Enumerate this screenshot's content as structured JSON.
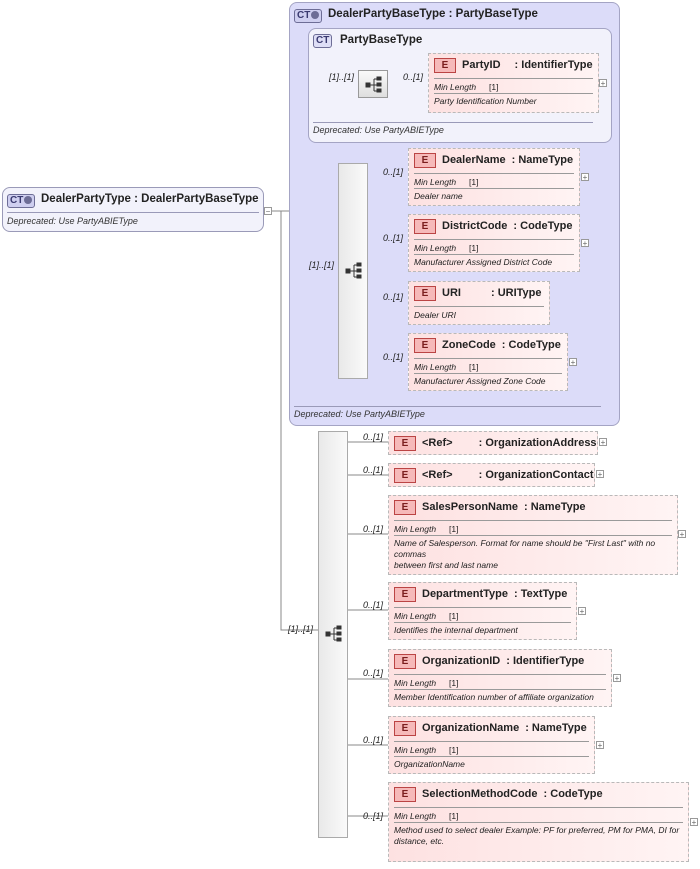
{
  "root": {
    "badge": "CT",
    "name": "DealerPartyType",
    "base": "DealerPartyBaseType",
    "note": "Deprecated: Use PartyABIEType"
  },
  "dealerPartyBase": {
    "badge": "CT",
    "name": "DealerPartyBaseType",
    "base": "PartyBaseType",
    "note": "Deprecated: Use PartyABIEType"
  },
  "partyBase": {
    "badge": "CT",
    "name": "PartyBaseType",
    "note": "Deprecated: Use PartyABIEType"
  },
  "cardinalities": {
    "seq_required": "[1]..[1]",
    "optional": "0..[1]"
  },
  "separator": ":",
  "elements": {
    "partyId": {
      "badge": "E",
      "name": "PartyID",
      "type": "IdentifierType",
      "facet_label": "Min Length",
      "facet_value": "[1]",
      "doc": "Party Identification Number"
    },
    "dealerName": {
      "badge": "E",
      "name": "DealerName",
      "type": "NameType",
      "facet_label": "Min Length",
      "facet_value": "[1]",
      "doc": "Dealer name"
    },
    "districtCode": {
      "badge": "E",
      "name": "DistrictCode",
      "type": "CodeType",
      "facet_label": "Min Length",
      "facet_value": "[1]",
      "doc": "Manufacturer Assigned District Code"
    },
    "uri": {
      "badge": "E",
      "name": "URI",
      "type": "URIType",
      "doc": "Dealer URI"
    },
    "zoneCode": {
      "badge": "E",
      "name": "ZoneCode",
      "type": "CodeType",
      "facet_label": "Min Length",
      "facet_value": "[1]",
      "doc": "Manufacturer Assigned Zone Code"
    },
    "orgAddress": {
      "badge": "E",
      "name": "<Ref>",
      "type": "OrganizationAddress"
    },
    "orgContact": {
      "badge": "E",
      "name": "<Ref>",
      "type": "OrganizationContact"
    },
    "salesPerson": {
      "badge": "E",
      "name": "SalesPersonName",
      "type": "NameType",
      "facet_label": "Min Length",
      "facet_value": "[1]",
      "doc_lines": [
        "Name of Salesperson. Format for name should be \"First Last\" with no commas",
        "between first and last name"
      ]
    },
    "department": {
      "badge": "E",
      "name": "DepartmentType",
      "type": "TextType",
      "facet_label": "Min Length",
      "facet_value": "[1]",
      "doc": "Identifies the internal department"
    },
    "orgId": {
      "badge": "E",
      "name": "OrganizationID",
      "type": "IdentifierType",
      "facet_label": "Min Length",
      "facet_value": "[1]",
      "doc": "Member Identification number of affiliate organization"
    },
    "orgName": {
      "badge": "E",
      "name": "OrganizationName",
      "type": "NameType",
      "facet_label": "Min Length",
      "facet_value": "[1]",
      "doc": "OrganizationName"
    },
    "selection": {
      "badge": "E",
      "name": "SelectionMethodCode",
      "type": "CodeType",
      "facet_label": "Min Length",
      "facet_value": "[1]",
      "doc_lines": [
        "Method used to select dealer Example: PF for preferred, PM for PMA, DI for",
        "distance, etc."
      ]
    }
  },
  "icons": {
    "expand": "+",
    "sequence": "sequence-compositor-icon",
    "complex_type": "complex-type-icon"
  },
  "colors": {
    "ct_outer": "#dcdcf9",
    "ct_inner": "#f2f2fb",
    "element_fill": "#fde1e1",
    "element_badge": "#f6b9b9"
  }
}
